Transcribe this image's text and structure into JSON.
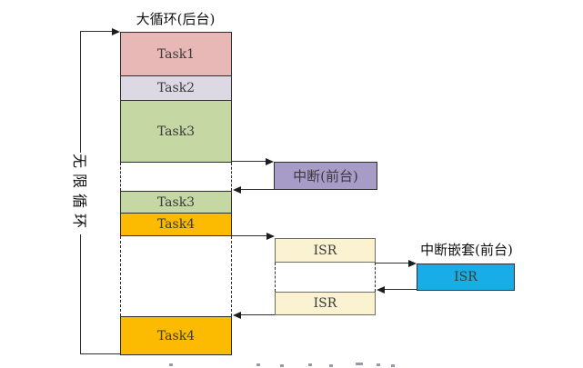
{
  "main_column": {
    "title": "大循环(后台)",
    "segments": [
      {
        "id": "task1",
        "label": "Task1"
      },
      {
        "id": "task2",
        "label": "Task2"
      },
      {
        "id": "task3",
        "label": "Task3"
      },
      {
        "id": "task3b",
        "label": "Task3"
      },
      {
        "id": "task4",
        "label": "Task4"
      },
      {
        "id": "task4b",
        "label": "Task4"
      }
    ]
  },
  "loop": {
    "label": "无限循环"
  },
  "interrupt": {
    "label": "中断(前台)"
  },
  "isr": {
    "first_label": "ISR",
    "second_label": "ISR"
  },
  "nested": {
    "title": "中断嵌套(前台)",
    "isr_label": "ISR"
  },
  "colors": {
    "task1": "#e7b8b5",
    "task2": "#dcd8e4",
    "task3": "#c5d7a3",
    "task4": "#fcba00",
    "interrupt": "#a79bc7",
    "isr": "#faf2d1",
    "nested_isr": "#18ade6"
  }
}
